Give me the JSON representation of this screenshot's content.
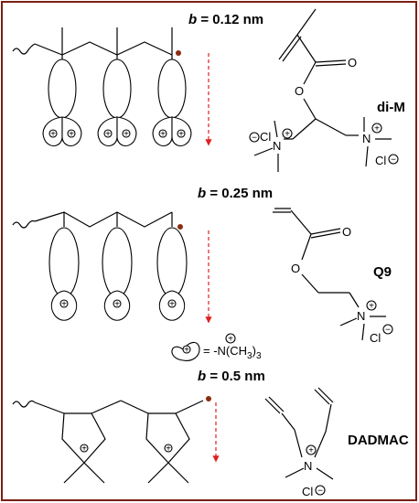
{
  "frame_color": "#7a1f14",
  "accent_color": "#e02020",
  "dot_color": "#8b2c10",
  "sections": [
    {
      "b_var": "b",
      "b_value": " = 0.12 nm",
      "monomer": "di-M"
    },
    {
      "b_var": "b",
      "b_value": " = 0.25 nm",
      "monomer": "Q9"
    },
    {
      "b_var": "b",
      "b_value": " = 0.5 nm",
      "monomer": "DADMAC"
    }
  ],
  "legend": {
    "formula": " = -N(CH",
    "sub3": "3",
    "close": ")",
    "sub3b": "3"
  },
  "atoms": {
    "O": "O",
    "N": "N",
    "Cl": "Cl",
    "plus": "+",
    "minus": "−"
  }
}
